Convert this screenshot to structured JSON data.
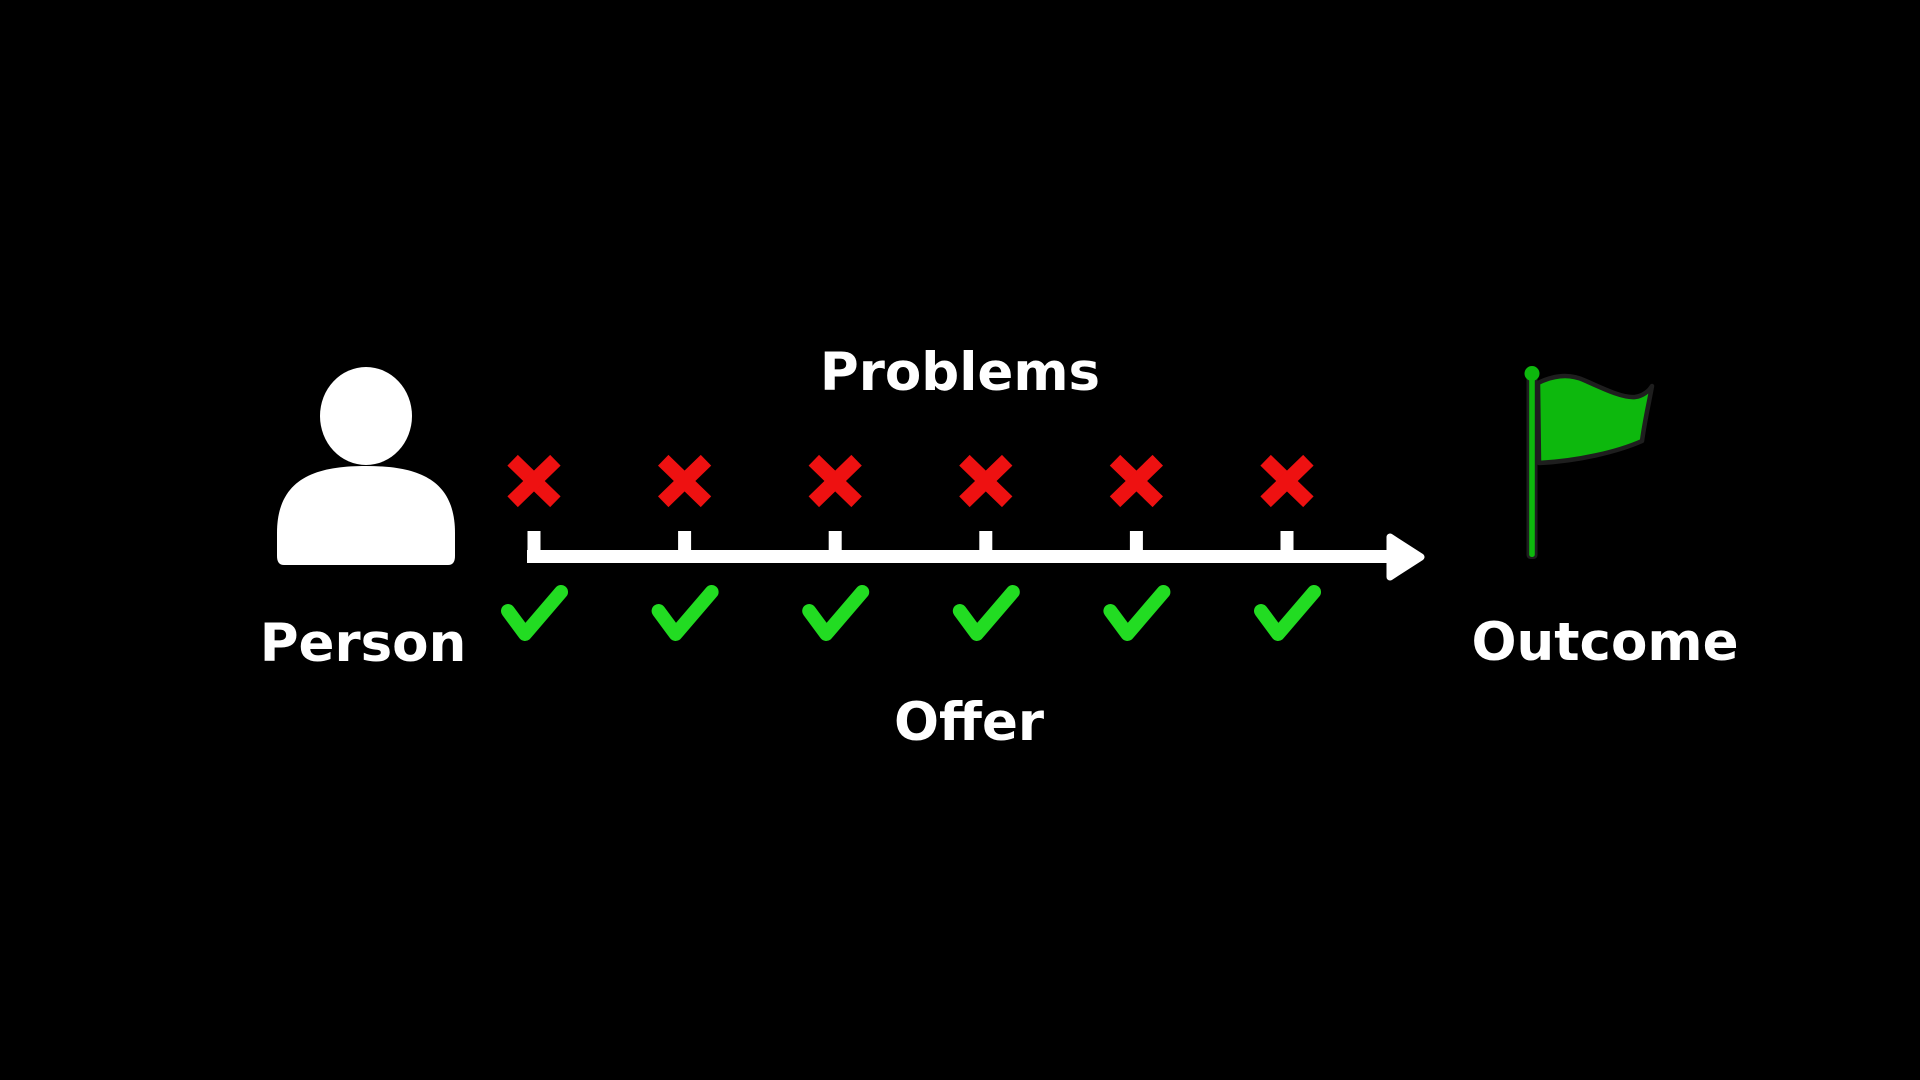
{
  "canvas": {
    "background": "#000000"
  },
  "diagram": {
    "person": {
      "label": "Person",
      "icon": "person-silhouette-icon",
      "icon_color": "#ffffff"
    },
    "problems": {
      "label": "Problems",
      "mark_symbol": "x",
      "mark_icon": "x-mark-icon",
      "mark_count": 6,
      "mark_color": "#ee1111"
    },
    "offer": {
      "label": "Offer",
      "mark_symbol": "check",
      "mark_icon": "check-mark-icon",
      "mark_count": 6,
      "mark_color": "#22dc22"
    },
    "timeline": {
      "icon": "arrow-right-timeline-icon",
      "tick_count": 6,
      "direction": "right",
      "color": "#ffffff"
    },
    "outcome": {
      "label": "Outcome",
      "icon": "flag-icon",
      "flag_color": "#0db80d",
      "flag_outline_color": "#1e1e1e",
      "pole_color": "#0db80d"
    }
  }
}
